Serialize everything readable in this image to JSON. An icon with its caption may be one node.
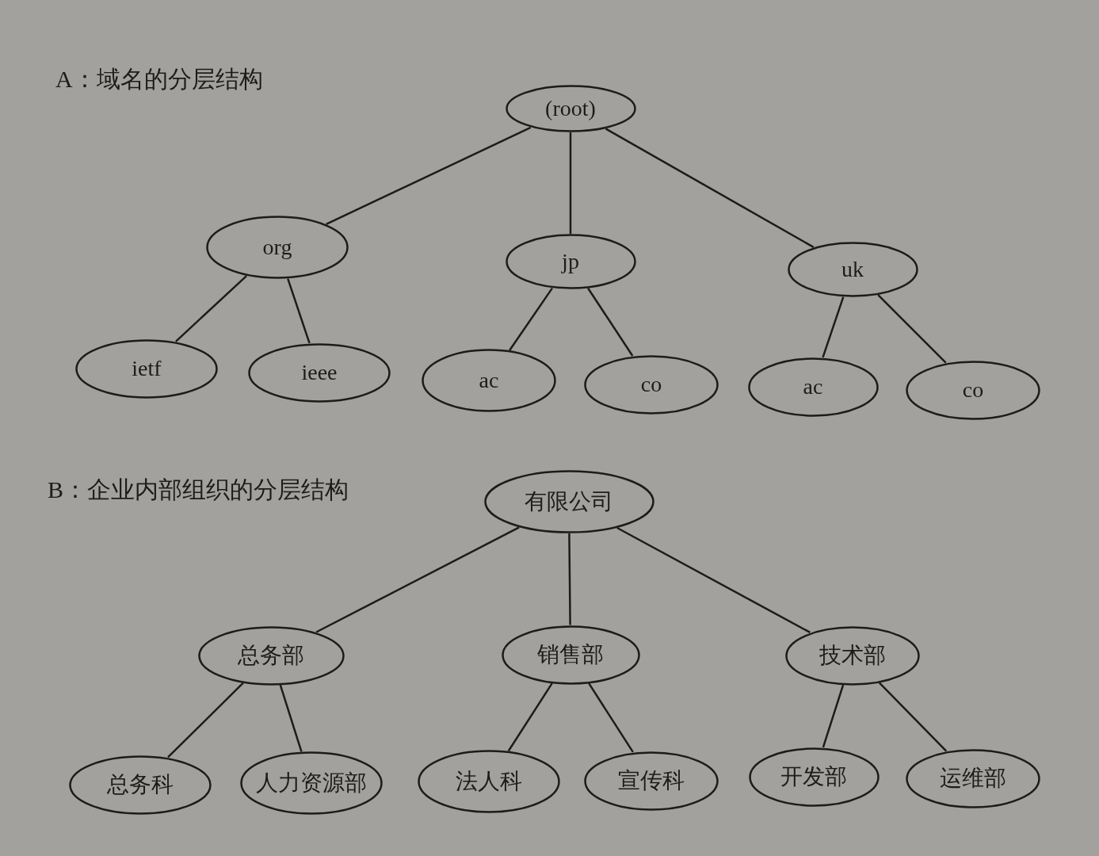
{
  "diagram": {
    "nodes": [
      {
        "text": [
          "(root)"
        ]
      },
      {
        "text": [
          "org"
        ]
      },
      {
        "text": [
          "jp"
        ]
      },
      {
        "text": [
          "uk"
        ]
      },
      {
        "text": [
          "ietf"
        ]
      },
      {
        "text": [
          "ieee"
        ]
      },
      {
        "text": [
          "ac"
        ]
      },
      {
        "text": [
          "co"
        ]
      },
      {
        "text": [
          "ac"
        ]
      },
      {
        "text": [
          "co"
        ]
      },
      {
        "text": [
          "有限公司"
        ]
      },
      {
        "text": [
          "总务部"
        ]
      },
      {
        "text": [
          "销售部"
        ]
      },
      {
        "text": [
          "技术部"
        ]
      },
      {
        "text": [
          "总务科"
        ]
      },
      {
        "text": [
          "人力资源部"
        ]
      },
      {
        "text": [
          "法人科"
        ]
      },
      {
        "text": [
          "宣传科"
        ]
      },
      {
        "text": [
          "开发部"
        ]
      },
      {
        "text": [
          "运维部"
        ]
      }
    ],
    "edges": [
      {
        "from": 0,
        "to": 1,
        "arrow": "none"
      },
      {
        "from": 0,
        "to": 2,
        "arrow": "none"
      },
      {
        "from": 0,
        "to": 3,
        "arrow": "none"
      },
      {
        "from": 1,
        "to": 4,
        "arrow": "none"
      },
      {
        "from": 1,
        "to": 5,
        "arrow": "none"
      },
      {
        "from": 2,
        "to": 6,
        "arrow": "none"
      },
      {
        "from": 2,
        "to": 7,
        "arrow": "none"
      },
      {
        "from": 3,
        "to": 8,
        "arrow": "none"
      },
      {
        "from": 3,
        "to": 9,
        "arrow": "none"
      },
      {
        "from": 10,
        "to": 11,
        "arrow": "none"
      },
      {
        "from": 10,
        "to": 12,
        "arrow": "none"
      },
      {
        "from": 10,
        "to": 13,
        "arrow": "none"
      },
      {
        "from": 11,
        "to": 14,
        "arrow": "none"
      },
      {
        "from": 11,
        "to": 15,
        "arrow": "none"
      },
      {
        "from": 12,
        "to": 16,
        "arrow": "none"
      },
      {
        "from": 12,
        "to": 17,
        "arrow": "none"
      },
      {
        "from": 13,
        "to": 18,
        "arrow": "none"
      },
      {
        "from": 13,
        "to": 19,
        "arrow": "none"
      }
    ],
    "labels": [
      "A：域名的分层结构",
      "B：企业内部组织的分层结构"
    ]
  }
}
